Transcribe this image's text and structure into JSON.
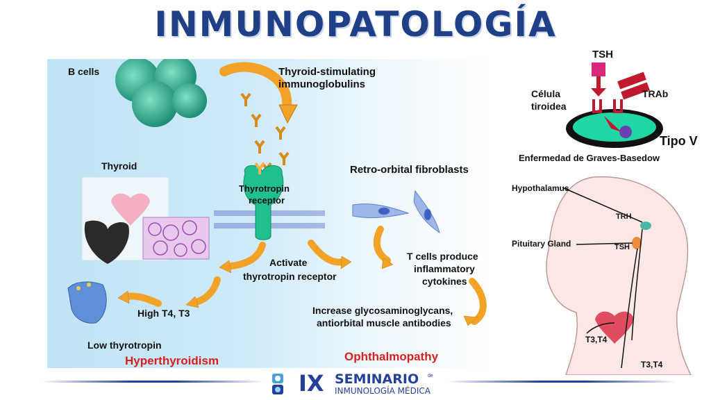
{
  "title": "INMUNOPATOLOGÍA",
  "diagram": {
    "b_cells": "B cells",
    "tsi_line1": "Thyroid-stimulating",
    "tsi_line2": "immunoglobulins",
    "thyroid": "Thyroid",
    "receptor_line1": "Thyrotropin",
    "receptor_line2": "receptor",
    "activate_line1": "Activate",
    "activate_line2": "thyrotropin receptor",
    "high_t4": "High T4, T3",
    "low_tsh": "Low  thyrotropin",
    "hyperthyroidism": "Hyperthyroidism",
    "fibroblasts": "Retro-orbital fibroblasts",
    "tcells_line1": "T cells produce",
    "tcells_line2": "inflammatory",
    "tcells_line3": "cytokines",
    "gag_line1": "Increase glycosaminoglycans,",
    "gag_line2": "antiorbital muscle antibodies",
    "ophthalmopathy": "Ophthalmopathy"
  },
  "graves": {
    "tsh": "TSH",
    "cell_line1": "Célula",
    "cell_line2": "tiroidea",
    "trab": "TRAb",
    "tipo": "Tipo V",
    "disease": "Enfermedad de Graves-Basedow"
  },
  "anatomy": {
    "hypothalamus": "Hypothalamus",
    "trh": "TRH",
    "pituitary": "Pituitary Gland",
    "tsh": "TSH",
    "t3t4_a": "T3,T4",
    "t3t4_b": "T3,T4"
  },
  "footer": {
    "logo_mark": "IX",
    "line1": "SEMINARIO",
    "line1_small": "de",
    "line2": "INMUNOLOGÍA MÉDICA"
  },
  "colors": {
    "title": "#1f3f86",
    "accent_red": "#d81e1e",
    "arrow_orange": "#f2a227",
    "receptor_green": "#1fbf8f",
    "footer_blue": "#23409a"
  }
}
